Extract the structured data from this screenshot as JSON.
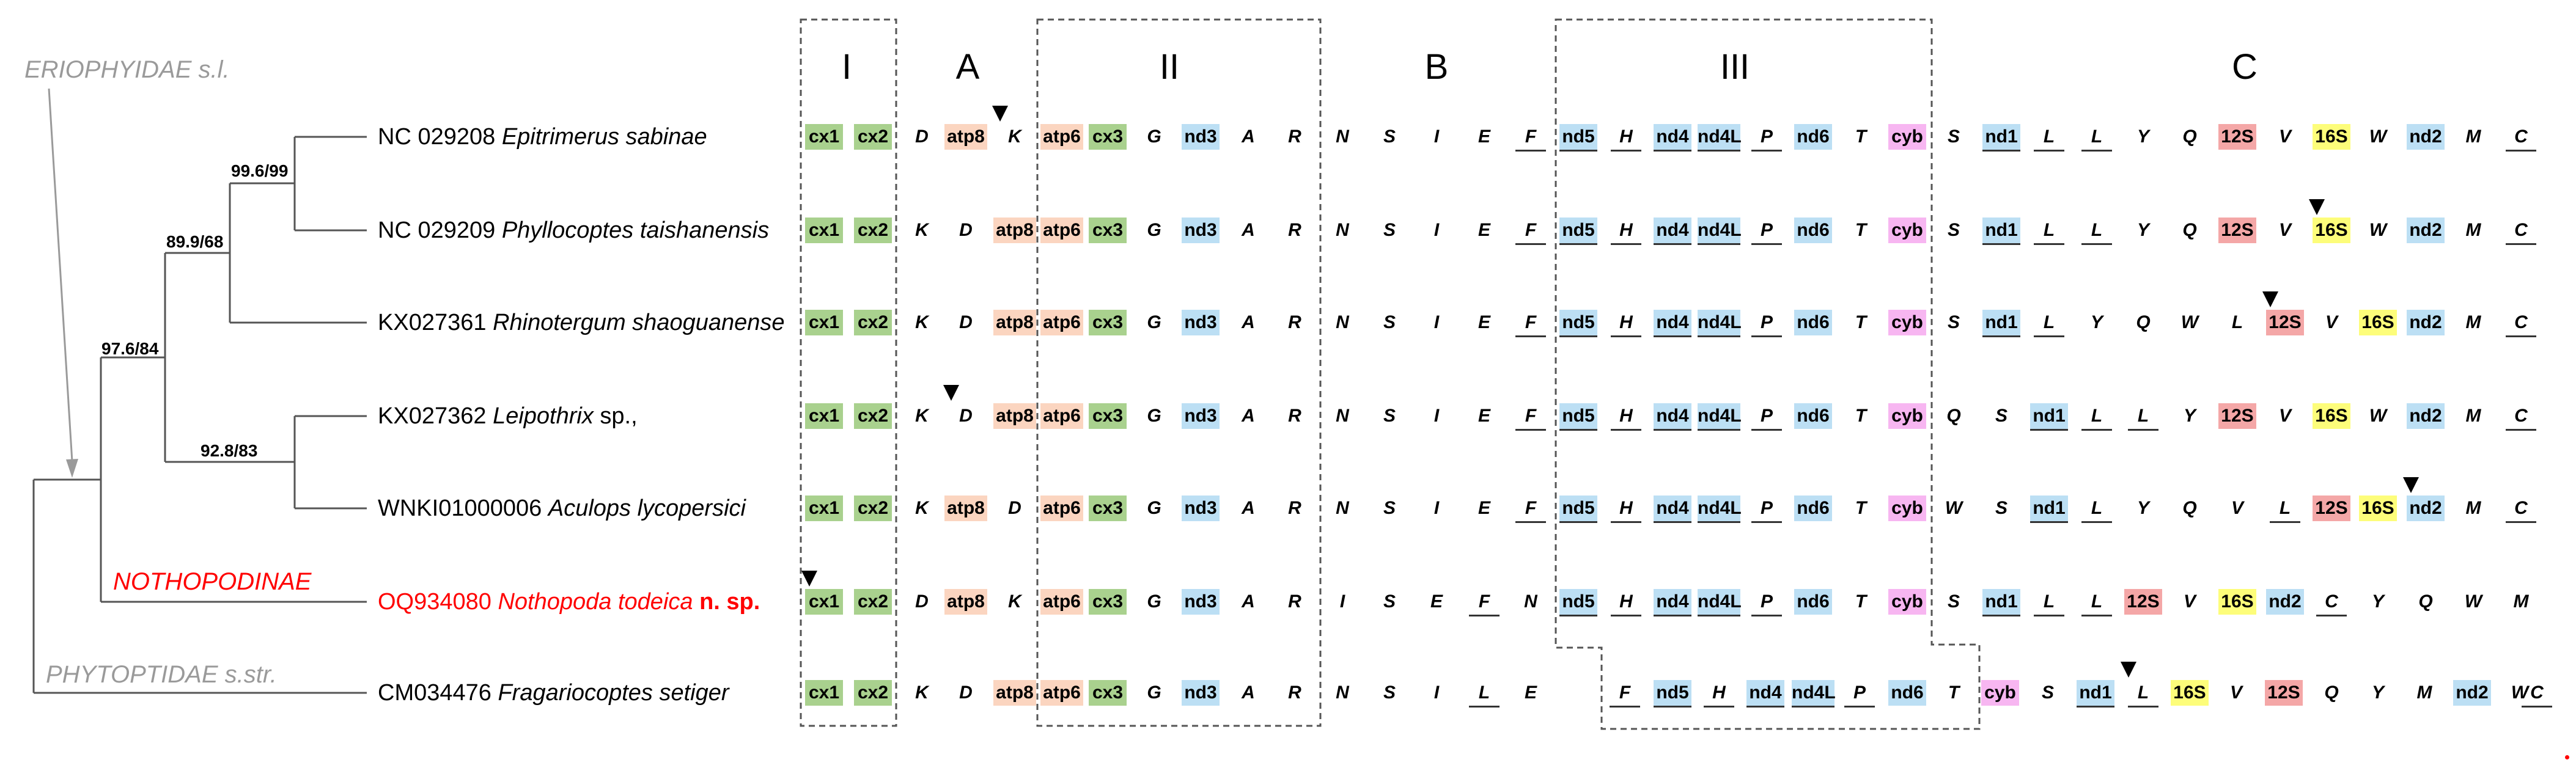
{
  "groups": {
    "eriophyidae": "ERIOPHYIDAE s.l.",
    "nothopodinae": "NOTHOPODINAE",
    "phytoptidae": "PHYTOPTIDAE s.str."
  },
  "supports": [
    "99.6/99",
    "89.9/68",
    "97.6/84",
    "92.8/83"
  ],
  "blocks": [
    "I",
    "A",
    "II",
    "B",
    "III",
    "C"
  ],
  "species": [
    {
      "accession": "NC 029208",
      "name": "Epitrimerus sabinae",
      "suffix": "",
      "highlight": false
    },
    {
      "accession": "NC 029209",
      "name": "Phyllocoptes taishanensis",
      "suffix": "",
      "highlight": false
    },
    {
      "accession": "KX027361",
      "name": "Rhinotergum shaoguanense",
      "suffix": "",
      "highlight": false
    },
    {
      "accession": "KX027362",
      "name": "Leipothrix",
      "suffix": " sp.,",
      "highlight": false
    },
    {
      "accession": "WNKI01000006",
      "name": "Aculops lycopersici",
      "suffix": "",
      "highlight": false
    },
    {
      "accession": "OQ934080",
      "name": "Nothopoda todeica",
      "suffix": "n. sp.",
      "highlight": true
    },
    {
      "accession": "CM034476",
      "name": "Fragariocoptes setiger",
      "suffix": "",
      "highlight": false
    }
  ],
  "gene_rows": [
    [
      {
        "t": "cx1",
        "c": "green"
      },
      {
        "t": "cx2",
        "c": "green"
      },
      {
        "t": "D"
      },
      {
        "t": "atp8",
        "c": "orange"
      },
      {
        "t": "K"
      },
      {
        "t": "atp6",
        "c": "orange"
      },
      {
        "t": "cx3",
        "c": "green"
      },
      {
        "t": "G"
      },
      {
        "t": "nd3",
        "c": "blue"
      },
      {
        "t": "A"
      },
      {
        "t": "R"
      },
      {
        "t": "N"
      },
      {
        "t": "S"
      },
      {
        "t": "I"
      },
      {
        "t": "E"
      },
      {
        "t": "F",
        "u": true
      },
      {
        "t": "nd5",
        "c": "blue",
        "u": true
      },
      {
        "t": "H",
        "u": true
      },
      {
        "t": "nd4",
        "c": "blue",
        "u": true
      },
      {
        "t": "nd4L",
        "c": "blue",
        "u": true
      },
      {
        "t": "P",
        "u": true
      },
      {
        "t": "nd6",
        "c": "blue"
      },
      {
        "t": "T"
      },
      {
        "t": "cyb",
        "c": "pink"
      },
      {
        "t": "S"
      },
      {
        "t": "nd1",
        "c": "blue",
        "u": true
      },
      {
        "t": "L",
        "u": true
      },
      {
        "t": "L",
        "u": true
      },
      {
        "t": "Y"
      },
      {
        "t": "Q"
      },
      {
        "t": "12S",
        "c": "red"
      },
      {
        "t": "V"
      },
      {
        "t": "16S",
        "c": "yellow"
      },
      {
        "t": "W"
      },
      {
        "t": "nd2",
        "c": "blue"
      },
      {
        "t": "M"
      },
      {
        "t": "C",
        "u": true
      }
    ],
    [
      {
        "t": "cx1",
        "c": "green"
      },
      {
        "t": "cx2",
        "c": "green"
      },
      {
        "t": "K"
      },
      {
        "t": "D"
      },
      {
        "t": "atp8",
        "c": "orange"
      },
      {
        "t": "atp6",
        "c": "orange"
      },
      {
        "t": "cx3",
        "c": "green"
      },
      {
        "t": "G"
      },
      {
        "t": "nd3",
        "c": "blue"
      },
      {
        "t": "A"
      },
      {
        "t": "R"
      },
      {
        "t": "N"
      },
      {
        "t": "S"
      },
      {
        "t": "I"
      },
      {
        "t": "E"
      },
      {
        "t": "F",
        "u": true
      },
      {
        "t": "nd5",
        "c": "blue",
        "u": true
      },
      {
        "t": "H",
        "u": true
      },
      {
        "t": "nd4",
        "c": "blue",
        "u": true
      },
      {
        "t": "nd4L",
        "c": "blue",
        "u": true
      },
      {
        "t": "P",
        "u": true
      },
      {
        "t": "nd6",
        "c": "blue"
      },
      {
        "t": "T"
      },
      {
        "t": "cyb",
        "c": "pink"
      },
      {
        "t": "S"
      },
      {
        "t": "nd1",
        "c": "blue",
        "u": true
      },
      {
        "t": "L",
        "u": true
      },
      {
        "t": "L",
        "u": true
      },
      {
        "t": "Y"
      },
      {
        "t": "Q"
      },
      {
        "t": "12S",
        "c": "red"
      },
      {
        "t": "V"
      },
      {
        "t": "16S",
        "c": "yellow"
      },
      {
        "t": "W"
      },
      {
        "t": "nd2",
        "c": "blue"
      },
      {
        "t": "M"
      },
      {
        "t": "C",
        "u": true
      }
    ],
    [
      {
        "t": "cx1",
        "c": "green"
      },
      {
        "t": "cx2",
        "c": "green"
      },
      {
        "t": "K"
      },
      {
        "t": "D"
      },
      {
        "t": "atp8",
        "c": "orange"
      },
      {
        "t": "atp6",
        "c": "orange"
      },
      {
        "t": "cx3",
        "c": "green"
      },
      {
        "t": "G"
      },
      {
        "t": "nd3",
        "c": "blue"
      },
      {
        "t": "A"
      },
      {
        "t": "R"
      },
      {
        "t": "N"
      },
      {
        "t": "S"
      },
      {
        "t": "I"
      },
      {
        "t": "E"
      },
      {
        "t": "F",
        "u": true
      },
      {
        "t": "nd5",
        "c": "blue",
        "u": true
      },
      {
        "t": "H",
        "u": true
      },
      {
        "t": "nd4",
        "c": "blue",
        "u": true
      },
      {
        "t": "nd4L",
        "c": "blue",
        "u": true
      },
      {
        "t": "P",
        "u": true
      },
      {
        "t": "nd6",
        "c": "blue"
      },
      {
        "t": "T"
      },
      {
        "t": "cyb",
        "c": "pink"
      },
      {
        "t": "S"
      },
      {
        "t": "nd1",
        "c": "blue",
        "u": true
      },
      {
        "t": "L",
        "u": true
      },
      {
        "t": "Y"
      },
      {
        "t": "Q"
      },
      {
        "t": "W"
      },
      {
        "t": "L"
      },
      {
        "t": "12S",
        "c": "red"
      },
      {
        "t": "V"
      },
      {
        "t": "16S",
        "c": "yellow"
      },
      {
        "t": "nd2",
        "c": "blue"
      },
      {
        "t": "M"
      },
      {
        "t": "C",
        "u": true
      }
    ],
    [
      {
        "t": "cx1",
        "c": "green"
      },
      {
        "t": "cx2",
        "c": "green"
      },
      {
        "t": "K"
      },
      {
        "t": "D"
      },
      {
        "t": "atp8",
        "c": "orange"
      },
      {
        "t": "atp6",
        "c": "orange"
      },
      {
        "t": "cx3",
        "c": "green"
      },
      {
        "t": "G"
      },
      {
        "t": "nd3",
        "c": "blue"
      },
      {
        "t": "A"
      },
      {
        "t": "R"
      },
      {
        "t": "N"
      },
      {
        "t": "S"
      },
      {
        "t": "I"
      },
      {
        "t": "E"
      },
      {
        "t": "F",
        "u": true
      },
      {
        "t": "nd5",
        "c": "blue",
        "u": true
      },
      {
        "t": "H",
        "u": true
      },
      {
        "t": "nd4",
        "c": "blue",
        "u": true
      },
      {
        "t": "nd4L",
        "c": "blue",
        "u": true
      },
      {
        "t": "P",
        "u": true
      },
      {
        "t": "nd6",
        "c": "blue"
      },
      {
        "t": "T"
      },
      {
        "t": "cyb",
        "c": "pink"
      },
      {
        "t": "Q"
      },
      {
        "t": "S"
      },
      {
        "t": "nd1",
        "c": "blue",
        "u": true
      },
      {
        "t": "L",
        "u": true
      },
      {
        "t": "L",
        "u": true
      },
      {
        "t": "Y"
      },
      {
        "t": "12S",
        "c": "red"
      },
      {
        "t": "V"
      },
      {
        "t": "16S",
        "c": "yellow"
      },
      {
        "t": "W"
      },
      {
        "t": "nd2",
        "c": "blue"
      },
      {
        "t": "M"
      },
      {
        "t": "C",
        "u": true
      }
    ],
    [
      {
        "t": "cx1",
        "c": "green"
      },
      {
        "t": "cx2",
        "c": "green"
      },
      {
        "t": "K"
      },
      {
        "t": "atp8",
        "c": "orange"
      },
      {
        "t": "D"
      },
      {
        "t": "atp6",
        "c": "orange"
      },
      {
        "t": "cx3",
        "c": "green"
      },
      {
        "t": "G"
      },
      {
        "t": "nd3",
        "c": "blue"
      },
      {
        "t": "A"
      },
      {
        "t": "R"
      },
      {
        "t": "N"
      },
      {
        "t": "S"
      },
      {
        "t": "I"
      },
      {
        "t": "E"
      },
      {
        "t": "F",
        "u": true
      },
      {
        "t": "nd5",
        "c": "blue",
        "u": true
      },
      {
        "t": "H",
        "u": true
      },
      {
        "t": "nd4",
        "c": "blue",
        "u": true
      },
      {
        "t": "nd4L",
        "c": "blue",
        "u": true
      },
      {
        "t": "P",
        "u": true
      },
      {
        "t": "nd6",
        "c": "blue"
      },
      {
        "t": "T"
      },
      {
        "t": "cyb",
        "c": "pink"
      },
      {
        "t": "W"
      },
      {
        "t": "S"
      },
      {
        "t": "nd1",
        "c": "blue",
        "u": true
      },
      {
        "t": "L",
        "u": true
      },
      {
        "t": "Y"
      },
      {
        "t": "Q"
      },
      {
        "t": "V"
      },
      {
        "t": "L",
        "u": true
      },
      {
        "t": "12S",
        "c": "red"
      },
      {
        "t": "16S",
        "c": "yellow"
      },
      {
        "t": "nd2",
        "c": "blue"
      },
      {
        "t": "M"
      },
      {
        "t": "C",
        "u": true
      }
    ],
    [
      {
        "t": "cx1",
        "c": "green"
      },
      {
        "t": "cx2",
        "c": "green"
      },
      {
        "t": "D"
      },
      {
        "t": "atp8",
        "c": "orange"
      },
      {
        "t": "K"
      },
      {
        "t": "atp6",
        "c": "orange"
      },
      {
        "t": "cx3",
        "c": "green"
      },
      {
        "t": "G"
      },
      {
        "t": "nd3",
        "c": "blue"
      },
      {
        "t": "A"
      },
      {
        "t": "R"
      },
      {
        "t": "I"
      },
      {
        "t": "S"
      },
      {
        "t": "E"
      },
      {
        "t": "F",
        "u": true
      },
      {
        "t": "N"
      },
      {
        "t": "nd5",
        "c": "blue",
        "u": true
      },
      {
        "t": "H",
        "u": true
      },
      {
        "t": "nd4",
        "c": "blue",
        "u": true
      },
      {
        "t": "nd4L",
        "c": "blue",
        "u": true
      },
      {
        "t": "P",
        "u": true
      },
      {
        "t": "nd6",
        "c": "blue"
      },
      {
        "t": "T"
      },
      {
        "t": "cyb",
        "c": "pink"
      },
      {
        "t": "S"
      },
      {
        "t": "nd1",
        "c": "blue",
        "u": true
      },
      {
        "t": "L",
        "u": true
      },
      {
        "t": "L",
        "u": true
      },
      {
        "t": "12S",
        "c": "red"
      },
      {
        "t": "V"
      },
      {
        "t": "16S",
        "c": "yellow"
      },
      {
        "t": "nd2",
        "c": "blue"
      },
      {
        "t": "C",
        "u": true
      },
      {
        "t": "Y"
      },
      {
        "t": "Q"
      },
      {
        "t": "W"
      },
      {
        "t": "M"
      }
    ],
    [
      {
        "t": "cx1",
        "c": "green"
      },
      {
        "t": "cx2",
        "c": "green"
      },
      {
        "t": "K"
      },
      {
        "t": "D"
      },
      {
        "t": "atp8",
        "c": "orange"
      },
      {
        "t": "atp6",
        "c": "orange"
      },
      {
        "t": "cx3",
        "c": "green"
      },
      {
        "t": "G"
      },
      {
        "t": "nd3",
        "c": "blue"
      },
      {
        "t": "A"
      },
      {
        "t": "R"
      },
      {
        "t": "N"
      },
      {
        "t": "S"
      },
      {
        "t": "I"
      },
      {
        "t": "L",
        "u": true
      },
      {
        "t": "E"
      },
      {
        "t": "F",
        "u": true
      },
      {
        "t": "nd5",
        "c": "blue",
        "u": true
      },
      {
        "t": "H",
        "u": true
      },
      {
        "t": "nd4",
        "c": "blue",
        "u": true
      },
      {
        "t": "nd4L",
        "c": "blue",
        "u": true
      },
      {
        "t": "P",
        "u": true
      },
      {
        "t": "nd6",
        "c": "blue"
      },
      {
        "t": "T"
      },
      {
        "t": "cyb",
        "c": "pink"
      },
      {
        "t": "S"
      },
      {
        "t": "nd1",
        "c": "blue",
        "u": true
      },
      {
        "t": "L",
        "u": true
      },
      {
        "t": "16S",
        "c": "yellow"
      },
      {
        "t": "V"
      },
      {
        "t": "12S",
        "c": "red"
      },
      {
        "t": "Q"
      },
      {
        "t": "Y"
      },
      {
        "t": "M"
      },
      {
        "t": "nd2",
        "c": "blue"
      },
      {
        "t": "W"
      },
      {
        "t": "C",
        "u": true
      }
    ]
  ],
  "colors": {
    "green": "#a9d18e",
    "orange": "#fbd5c0",
    "blue": "#bcdff4",
    "pink": "#f7b6f1",
    "red": "#f4a7a7",
    "yellow": "#fdfd7a",
    "grey_text": "#9a9a9a",
    "highlight": "#ff0000"
  }
}
